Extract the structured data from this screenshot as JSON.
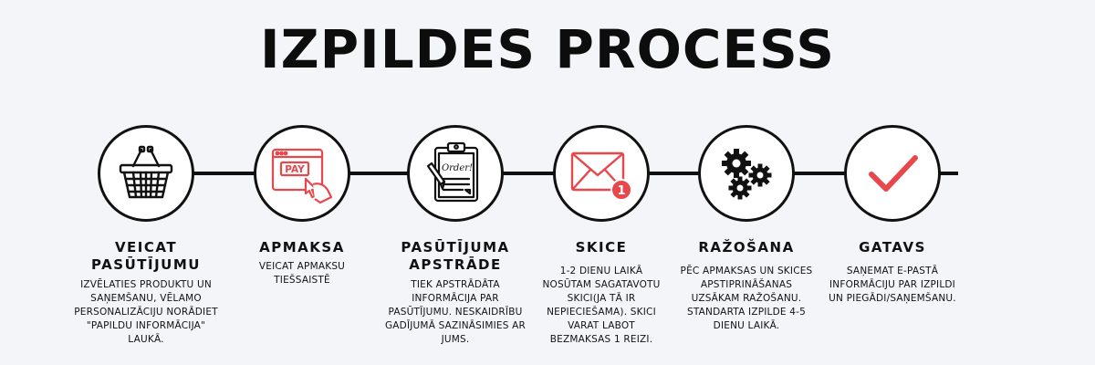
{
  "title": "IZPILDES PROCESS",
  "colors": {
    "accent": "#e8474b",
    "line": "#111111",
    "background": "#f4f5f9"
  },
  "steps": [
    {
      "icon": "shopping-basket-icon",
      "title": "VEICAT PASŪTĪJUMU",
      "description": "IZVĒLATIES PRODUKTU UN SAŅEMŠANU, VĒLAMO PERSONALIZĀCIJU NORĀDIET \"PAPILDU INFORMĀCIJA\" LAUKĀ."
    },
    {
      "icon": "pay-click-icon",
      "icon_text": "PAY",
      "title": "APMAKSA",
      "description": "VEICAT APMAKSU TIEŠSAISTĒ"
    },
    {
      "icon": "order-clipboard-icon",
      "icon_text": "Order!",
      "title": "PASŪTĪJUMA APSTRĀDE",
      "description": "TIEK APSTRĀDĀTA INFORMĀCIJA PAR PASŪTĪJUMU. NESKAIDRĪBU GADĪJUMĀ SAZINĀSIMIES AR JUMS."
    },
    {
      "icon": "mail-notification-icon",
      "icon_text": "1",
      "title": "SKICE",
      "description": "1-2 DIENU LAIKĀ NOSŪTAM SAGATAVOTU SKICI(JA TĀ IR NEPIECIEŠAMA). SKICI VARAT LABOT BEZMAKSAS 1 REIZI."
    },
    {
      "icon": "gears-icon",
      "title": "RAŽOŠANA",
      "description": "PĒC APMAKSAS UN SKICES APSTIPRINĀŠANAS UZSĀKAM RAŽOŠANU. STANDARTA IZPILDE 4-5 DIENU LAIKĀ."
    },
    {
      "icon": "checkmark-icon",
      "title": "GATAVS",
      "description": "SAŅEMAT E-PASTĀ INFORMĀCIJU PAR IZPILDI UN PIEGĀDI/SAŅEMŠANU."
    }
  ]
}
